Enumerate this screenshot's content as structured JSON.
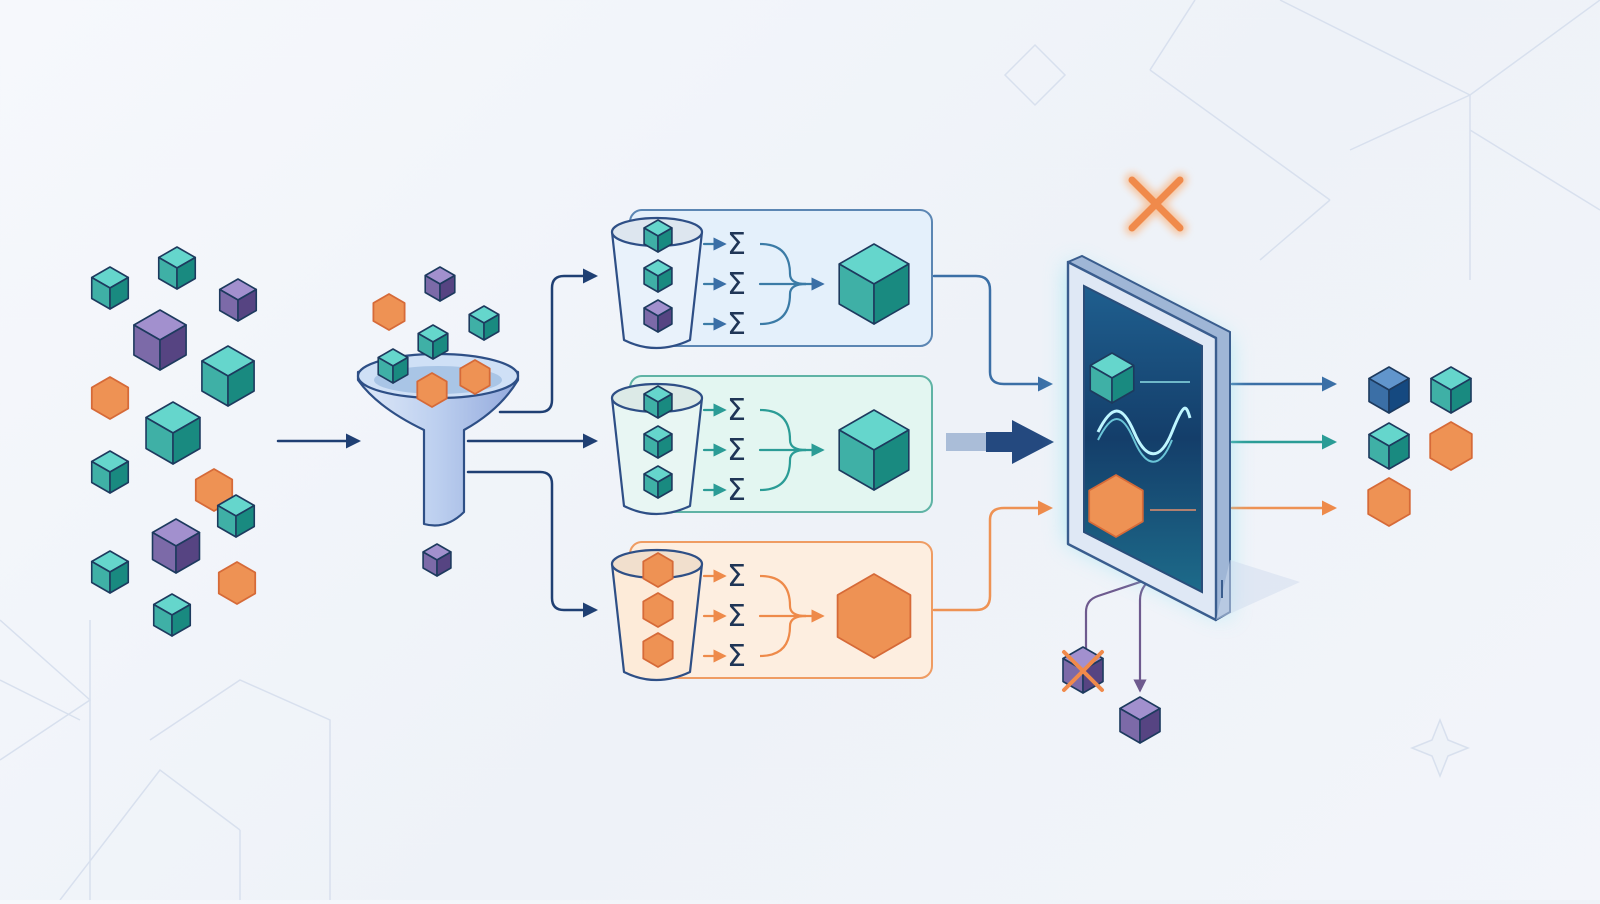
{
  "diagram": {
    "symbols": {
      "sum": "Σ",
      "reject": "✕"
    },
    "colors": {
      "background": "#f2f5fa",
      "teal": "#3fb0a6",
      "teal_dark": "#2b7f86",
      "blue": "#3b6fa6",
      "navy": "#1f3f73",
      "purple": "#7c6aa8",
      "purple_dark": "#5a4a84",
      "orange": "#ee9254",
      "orange_dark": "#d66a38",
      "lane_blue_fill": "#e4f0fb",
      "lane_green_fill": "#e3f6f1",
      "lane_orange_fill": "#fdeee0",
      "panel_glow": "#8fe3f0",
      "reject_mark": "#f08a4b"
    },
    "stages": [
      {
        "id": "input-pool",
        "shapes": [
          "cube-teal",
          "cube-purple",
          "hexagon-orange"
        ]
      },
      {
        "id": "funnel",
        "icon": "funnel-icon"
      },
      {
        "id": "lanes",
        "count": 3,
        "lane_colors": [
          "blue",
          "green",
          "orange"
        ]
      },
      {
        "id": "selector-panel",
        "icon": "wave-icon"
      },
      {
        "id": "output-grid",
        "shapes": [
          "cube-blue",
          "cube-teal",
          "hexagon-orange"
        ]
      }
    ],
    "icons": [
      "funnel-icon",
      "bucket-icon",
      "sigma-icon",
      "arrow-icon",
      "cube-icon",
      "hexagon-icon",
      "panel-icon",
      "wave-icon",
      "reject-x-icon"
    ]
  }
}
